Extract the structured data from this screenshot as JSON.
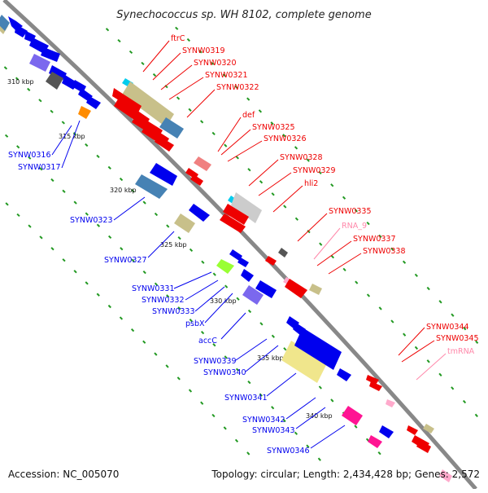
{
  "title": "Synechococcus sp. WH 8102, complete genome",
  "footer": {
    "accession": "Accession: NC_005070",
    "stats": "Topology: circular; Length: 2,434,428 bp; Genes: 2,572"
  },
  "colors": {
    "forward": "#0000ee",
    "reverse": "#ee0000",
    "rna": "#ff88aa",
    "backbone": "#888888",
    "tick": "#229922"
  },
  "scale_marks": [
    "310 kbp",
    "315 kbp",
    "320 kbp",
    "325 kbp",
    "330 kbp",
    "335 kbp",
    "340 kbp"
  ],
  "labels_reverse": [
    "ftrC",
    "SYNW0319",
    "SYNW0320",
    "SYNW0321",
    "SYNW0322",
    "def",
    "SYNW0325",
    "SYNW0326",
    "SYNW0328",
    "SYNW0329",
    "hli2",
    "SYNW0335",
    "SYNW0337",
    "SYNW0338",
    "SYNW0344",
    "SYNW0345"
  ],
  "labels_rna": [
    "RNA_9",
    "tmRNA"
  ],
  "labels_forward": [
    "SYNW0316",
    "SYNW0317",
    "SYNW0323",
    "SYNW0327",
    "SYNW0331",
    "SYNW0332",
    "SYNW0333",
    "psbX",
    "accC",
    "SYNW0339",
    "SYNW0340",
    "SYNW0341",
    "SYNW0342",
    "SYNW0343",
    "SYNW0346"
  ]
}
